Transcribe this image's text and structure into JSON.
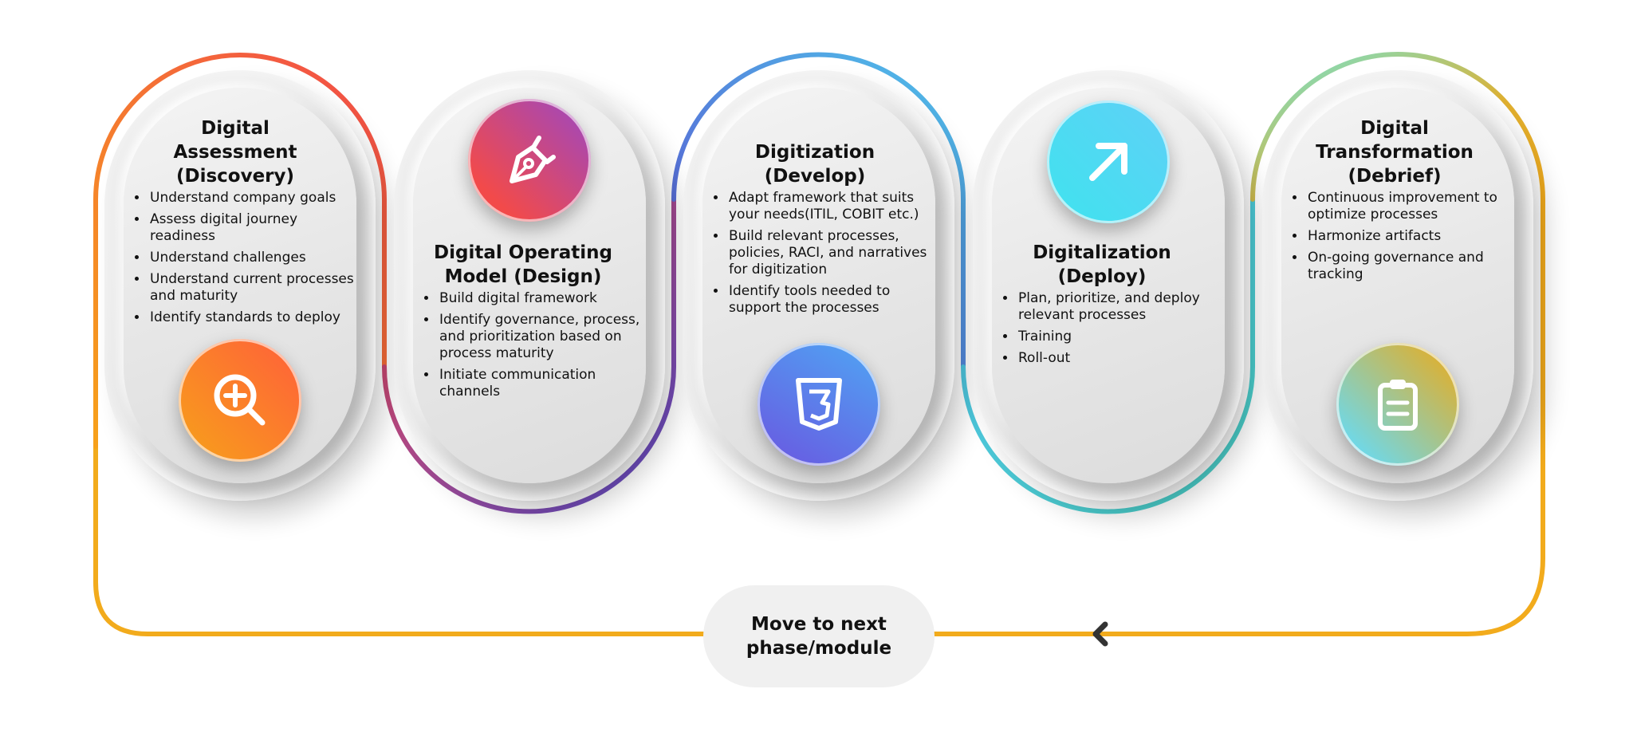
{
  "phases": [
    {
      "title": "Digital\nAssessment\n(Discovery)",
      "bullets": [
        "Understand company goals",
        "Assess digital journey readiness",
        "Understand challenges",
        "Understand current processes and maturity",
        "Identify standards to deploy"
      ],
      "icon": "zoom-in-magnifier-icon",
      "gradient": [
        "#ff5f3a",
        "#f7a11a"
      ]
    },
    {
      "title": "Digital Operating\nModel (Design)",
      "bullets": [
        "Build digital framework",
        "Identify governance, process, and prioritization based on process maturity",
        "Initiate communication channels"
      ],
      "icon": "pen-nib-icon",
      "gradient": [
        "#f24a4a",
        "#9b47c4"
      ]
    },
    {
      "title": "Digitization\n(Develop)",
      "bullets": [
        "Adapt framework that suits your needs(ITIL, COBIT etc.)",
        "Build relevant processes, policies, RACI, and narratives for digitization",
        "Identify tools needed to support the processes"
      ],
      "icon": "css3-shield-icon",
      "gradient": [
        "#4fa6f4",
        "#6a56e0"
      ]
    },
    {
      "title": "Digitalization\n(Deploy)",
      "bullets": [
        "Plan, prioritize, and deploy relevant processes",
        "Training",
        "Roll-out"
      ],
      "icon": "arrow-up-right-icon",
      "gradient": [
        "#3fe3ee",
        "#5fd0f7"
      ]
    },
    {
      "title": "Digital\nTransformation\n(Debrief)",
      "bullets": [
        "Continuous improvement to optimize processes",
        "Harmonize artifacts",
        "On-going governance and tracking"
      ],
      "icon": "clipboard-icon",
      "gradient": [
        "#6fe0e8",
        "#d8b23a"
      ]
    }
  ],
  "loop_label": "Move to next\nphase/module",
  "colors": {
    "loop": "#f2ab1c",
    "arrow": "#333333",
    "phase1_arc": [
      "#f7a11a",
      "#f24a4a"
    ],
    "phase2_arc": [
      "#e04a5a",
      "#5a4ed0"
    ],
    "phase3_arc": [
      "#5a4ed0",
      "#4fc3ea"
    ],
    "phase4_arc": [
      "#4fc3ea",
      "#4ad0c4"
    ],
    "phase5_arc": [
      "#6fe6d8",
      "#f2ab1c"
    ]
  }
}
